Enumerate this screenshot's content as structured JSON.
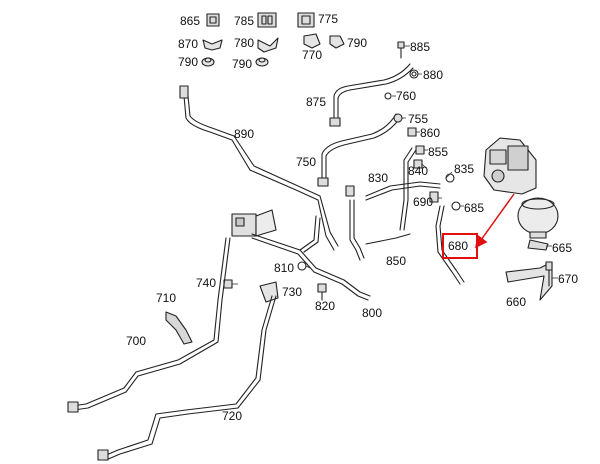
{
  "labels": [
    "865",
    "785",
    "775",
    "870",
    "780",
    "790",
    "790",
    "790",
    "885",
    "770",
    "880",
    "875",
    "760",
    "755",
    "860",
    "855",
    "890",
    "750",
    "840",
    "835",
    "830",
    "690",
    "685",
    "680",
    "665",
    "810",
    "670",
    "740",
    "730",
    "710",
    "820",
    "850",
    "800",
    "660",
    "700",
    "720"
  ],
  "highlight": {
    "label": "680",
    "color": "#e01010"
  }
}
